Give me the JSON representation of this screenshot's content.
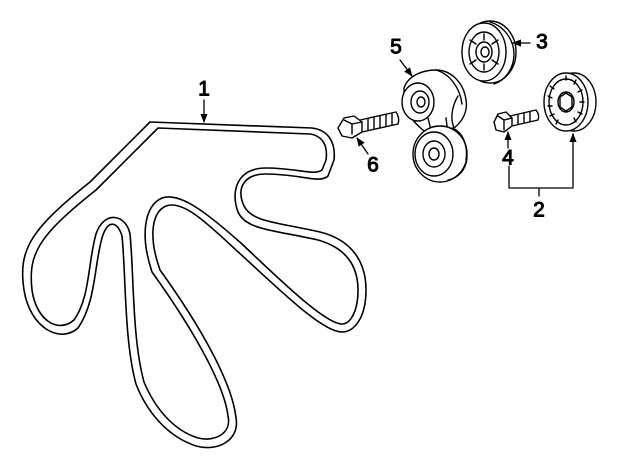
{
  "colors": {
    "line": "#000000",
    "background": "#ffffff"
  },
  "callouts": {
    "belt": "1",
    "idler_pair": "2",
    "upper_idler": "3",
    "idler_bolt": "4",
    "tensioner": "5",
    "tensioner_bolt": "6"
  }
}
